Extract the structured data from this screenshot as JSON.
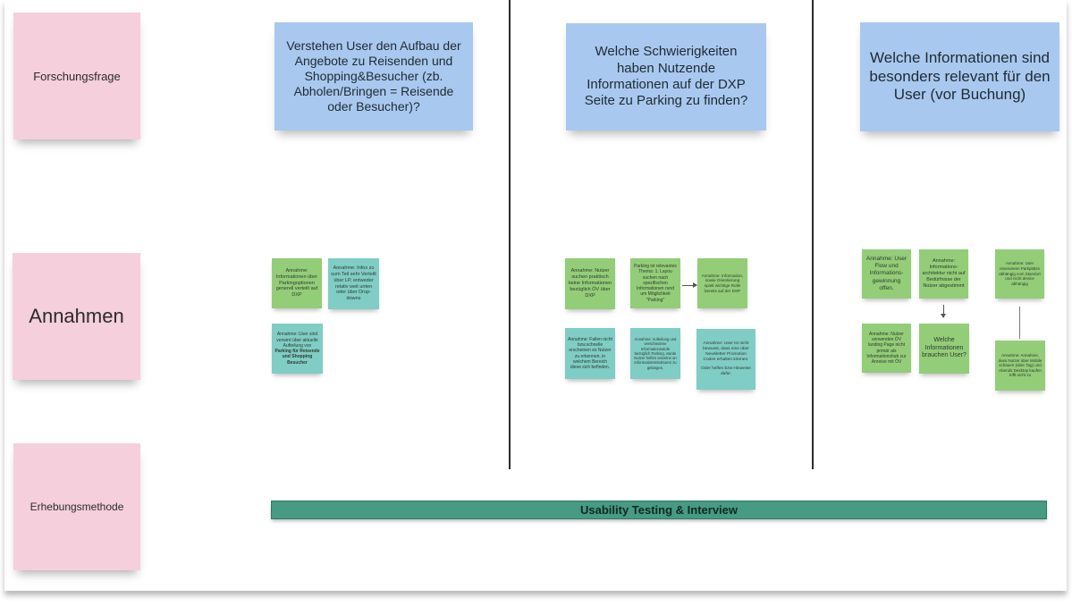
{
  "rows": {
    "research_question": "Forschungsfrage",
    "assumptions": "Annahmen",
    "method": "Erhebungsmethode"
  },
  "questions": [
    "Verstehen User den Aufbau der Angebote zu Reisenden und Shopping&Besucher (zb. Abholen/Bringen = Reisende oder Besucher)?",
    "Welche Schwierigkeiten haben Nutzende Informationen auf der DXP Seite zu Parking zu finden?",
    "Welche Informationen sind besonders relevant für den User (vor Buchung)"
  ],
  "notes": {
    "c1_a": "Annahme: Informationen über Parkingoptionen generell verteilt auf DXP",
    "c1_b": "Annahme: Infos zu sum Teil sehr Verteilt über LP, entweder relativ weit unten oder über Drop-downs",
    "c1_c_pre": "Annahme: User sind verwirrt über aktuelle Aufteilung von",
    "c1_c_bold": "Parking für Reisende und Shopping Besucher",
    "c2_a": "Annahme: Nutzer suchen praktisch keine Informationen bezüglich ÖV über DXP",
    "c2_b": "Parking ist relevantes Thema: 1. Layou suchen nach spezifischen Informationen rund um Möglichkeit \"Parking\"",
    "c2_c": "Annahme: Information, sowie Orientierung spielt wichtige Rolle bereits auf der DXP",
    "c2_d": "Annahme: Fallen nicht bzw.schnelle erscheinen es Nutzer zu erkennen, in welchem Bereich diese sich befinden.",
    "c2_e": "Annahme: Aufteilung und verschiedene Informationsstufe bezüglich Parking, würde Nutzer helfen einzelne an Informationsstrukturen zu gelangen.",
    "c2_f": "Annahme: User ist nicht bewusst, dass eine über Newsletter Promotion Codes erhalten können.",
    "c2_f2": "Oder helfen bzw Hinweise dafür.",
    "c3_a": "Annahme: User Flow und Informations-gewinnung offen.",
    "c3_b": "Annahme: Informations-architektur nicht auf Bedürfnisse der Nutzer abgestimmt",
    "c3_c": "Annahme: User reservieren Parkplätze abhängig vom Standort und nicht device abhängig",
    "c3_d": "Annahme: Nutzer verwenden ÖV landing Page nicht primär als Informationshub zur Anreise mit ÖV",
    "c3_e": "Welche Informationen brauchen User?",
    "c3_f": "Annahme: Annahme, dass Nutzer über Mobile schauen (über Tag) und Abends Desktop kaufen trifft nicht zu"
  },
  "method_bar": "Usability Testing & Interview",
  "colors": {
    "row_note": "#f5cfdc",
    "question_note": "#a9c8ef",
    "green_note": "#93cd78",
    "teal_note": "#7fcdc4",
    "method_bar": "#469b82"
  }
}
